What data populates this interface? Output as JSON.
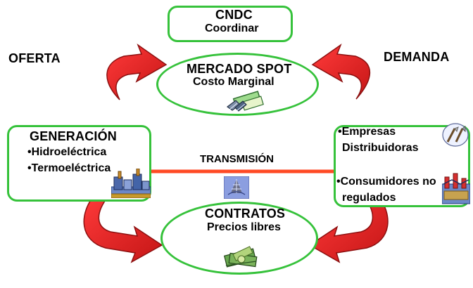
{
  "cndc": {
    "title": "CNDC",
    "subtitle": "Coordinar"
  },
  "spot": {
    "title": "MERCADO SPOT",
    "subtitle": "Costo Marginal"
  },
  "supply_label": "OFERTA",
  "demand_label": "DEMANDA",
  "generation": {
    "title": "GENERACIÓN",
    "items": [
      "•Hidroeléctrica",
      "•Termoeléctrica"
    ]
  },
  "transmission": {
    "label": "TRANSMISIÓN"
  },
  "demand_side": {
    "distributors_line1": "•Empresas",
    "distributors_line2": "Distribuidoras",
    "consumers_line1": "•Consumidores no",
    "consumers_line2": "regulados"
  },
  "contracts": {
    "title": "CONTRATOS",
    "subtitle": "Precios libres"
  },
  "colors": {
    "green": "#36c23b",
    "red": "#d82424",
    "blue": "#7f95d6",
    "brown": "#7a5a3a"
  },
  "icons": {
    "spot": "money-card-icon",
    "generation": "factory-icon",
    "transmission": "tower-icon",
    "distributors": "tools-icon",
    "consumers": "industry-icon",
    "contracts": "cash-icon"
  }
}
